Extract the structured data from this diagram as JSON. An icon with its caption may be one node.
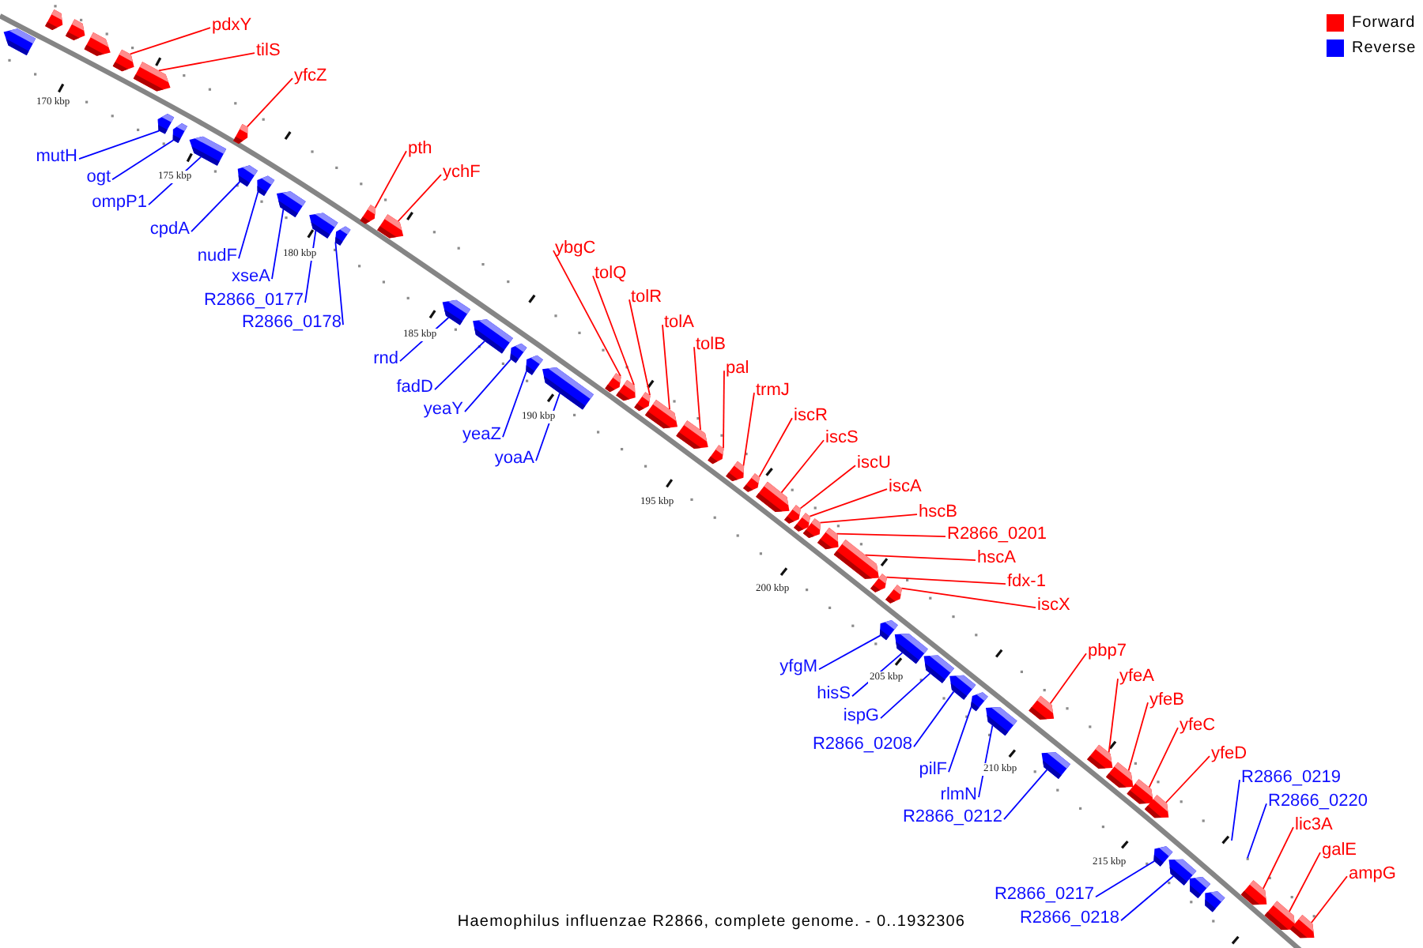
{
  "diagram": {
    "caption": "Haemophilus influenzae R2866, complete genome. - 0..1932306",
    "nodes": [
      {
        "text": [],
        "shape": "pentagon"
      },
      {
        "text": [],
        "shape": "pentagon"
      },
      {
        "text": [],
        "shape": "pentagon"
      },
      {
        "text": [],
        "shape": "pentagon"
      },
      {
        "text": [
          "pdxY"
        ]
      },
      {
        "text": [],
        "shape": "pentagon"
      },
      {
        "text": [
          "tilS"
        ]
      },
      {
        "text": [],
        "shape": "pentagon"
      },
      {
        "text": [
          "mutH"
        ]
      },
      {
        "text": [],
        "shape": "pentagon"
      },
      {
        "text": [
          "ogt"
        ]
      },
      {
        "text": [],
        "shape": "pentagon"
      },
      {
        "text": [
          "ompP1"
        ]
      },
      {
        "text": [],
        "shape": "pentagon"
      },
      {
        "text": [
          "yfcZ"
        ]
      },
      {
        "text": [],
        "shape": "pentagon"
      },
      {
        "text": [
          "cpdA"
        ]
      },
      {
        "text": [],
        "shape": "pentagon"
      },
      {
        "text": [
          "nudF"
        ]
      },
      {
        "text": [],
        "shape": "pentagon"
      },
      {
        "text": [
          "xseA"
        ]
      },
      {
        "text": [],
        "shape": "pentagon"
      },
      {
        "text": [
          "R2866_0177"
        ]
      },
      {
        "text": [],
        "shape": "pentagon"
      },
      {
        "text": [
          "R2866_0178"
        ]
      },
      {
        "text": [],
        "shape": "pentagon"
      },
      {
        "text": [
          "pth"
        ]
      },
      {
        "text": [],
        "shape": "pentagon"
      },
      {
        "text": [
          "ychF"
        ]
      },
      {
        "text": [],
        "shape": "pentagon"
      },
      {
        "text": [
          "rnd"
        ]
      },
      {
        "text": [],
        "shape": "pentagon"
      },
      {
        "text": [
          "fadD"
        ]
      },
      {
        "text": [],
        "shape": "pentagon"
      },
      {
        "text": [
          "yeaY"
        ]
      },
      {
        "text": [],
        "shape": "pentagon"
      },
      {
        "text": [
          "yeaZ"
        ]
      },
      {
        "text": [],
        "shape": "pentagon"
      },
      {
        "text": [
          "yoaA"
        ]
      },
      {
        "text": [],
        "shape": "pentagon"
      },
      {
        "text": [
          "ybgC"
        ]
      },
      {
        "text": [],
        "shape": "pentagon"
      },
      {
        "text": [
          "tolQ"
        ]
      },
      {
        "text": [],
        "shape": "pentagon"
      },
      {
        "text": [
          "tolR"
        ]
      },
      {
        "text": [],
        "shape": "pentagon"
      },
      {
        "text": [
          "tolA"
        ]
      },
      {
        "text": [],
        "shape": "pentagon"
      },
      {
        "text": [
          "tolB"
        ]
      },
      {
        "text": [],
        "shape": "pentagon"
      },
      {
        "text": [
          "pal"
        ]
      },
      {
        "text": [],
        "shape": "pentagon"
      },
      {
        "text": [
          "trmJ"
        ]
      },
      {
        "text": [],
        "shape": "pentagon"
      },
      {
        "text": [
          "iscR"
        ]
      },
      {
        "text": [],
        "shape": "pentagon"
      },
      {
        "text": [
          "iscS"
        ]
      },
      {
        "text": [],
        "shape": "pentagon"
      },
      {
        "text": [
          "iscU"
        ]
      },
      {
        "text": [],
        "shape": "pentagon"
      },
      {
        "text": [
          "iscA"
        ]
      },
      {
        "text": [],
        "shape": "pentagon"
      },
      {
        "text": [
          "hscB"
        ]
      },
      {
        "text": [],
        "shape": "pentagon"
      },
      {
        "text": [
          "R2866_0201"
        ]
      },
      {
        "text": [],
        "shape": "pentagon"
      },
      {
        "text": [
          "hscA"
        ]
      },
      {
        "text": [],
        "shape": "pentagon"
      },
      {
        "text": [
          "fdx-1"
        ]
      },
      {
        "text": [],
        "shape": "pentagon"
      },
      {
        "text": [
          "iscX"
        ]
      },
      {
        "text": [],
        "shape": "pentagon"
      },
      {
        "text": [
          "yfgM"
        ]
      },
      {
        "text": [],
        "shape": "pentagon"
      },
      {
        "text": [
          "hisS"
        ]
      },
      {
        "text": [],
        "shape": "pentagon"
      },
      {
        "text": [
          "ispG"
        ]
      },
      {
        "text": [],
        "shape": "pentagon"
      },
      {
        "text": [
          "R2866_0208"
        ]
      },
      {
        "text": [],
        "shape": "pentagon"
      },
      {
        "text": [
          "pilF"
        ]
      },
      {
        "text": [],
        "shape": "pentagon"
      },
      {
        "text": [
          "rlmN"
        ]
      },
      {
        "text": [],
        "shape": "pentagon"
      },
      {
        "text": [
          "R2866_0212"
        ]
      },
      {
        "text": [],
        "shape": "pentagon"
      },
      {
        "text": [
          "pbp7"
        ]
      },
      {
        "text": [],
        "shape": "pentagon"
      },
      {
        "text": [
          "yfeA"
        ]
      },
      {
        "text": [],
        "shape": "pentagon"
      },
      {
        "text": [
          "yfeB"
        ]
      },
      {
        "text": [],
        "shape": "pentagon"
      },
      {
        "text": [
          "yfeC"
        ]
      },
      {
        "text": [],
        "shape": "pentagon"
      },
      {
        "text": [
          "yfeD"
        ]
      },
      {
        "text": [],
        "shape": "pentagon"
      },
      {
        "text": [
          "R2866_0217"
        ]
      },
      {
        "text": [],
        "shape": "pentagon"
      },
      {
        "text": [
          "R2866_0218"
        ]
      },
      {
        "text": [],
        "shape": "pentagon"
      },
      {
        "text": [],
        "shape": "pentagon"
      },
      {
        "text": [],
        "shape": "pentagon"
      },
      {
        "text": [
          "R2866_0219"
        ]
      },
      {
        "text": [
          "R2866_0220"
        ]
      },
      {
        "text": [
          "lic3A"
        ]
      },
      {
        "text": [],
        "shape": "pentagon"
      },
      {
        "text": [
          "galE"
        ]
      },
      {
        "text": [],
        "shape": "pentagon"
      },
      {
        "text": [
          "ampG"
        ]
      },
      {
        "text": [],
        "shape": "pentagon"
      }
    ],
    "edges": [
      {
        "from": 4,
        "to": 5,
        "arrow": "none"
      },
      {
        "from": 6,
        "to": 7,
        "arrow": "none"
      },
      {
        "from": 8,
        "to": 9,
        "arrow": "none",
        "color": "#0000ff"
      },
      {
        "from": 10,
        "to": 11,
        "arrow": "none",
        "color": "#0000ff"
      },
      {
        "from": 12,
        "to": 13,
        "arrow": "none",
        "color": "#0000ff"
      },
      {
        "from": 14,
        "to": 15,
        "arrow": "none"
      },
      {
        "from": 16,
        "to": 17,
        "arrow": "none",
        "color": "#0000ff"
      },
      {
        "from": 18,
        "to": 19,
        "arrow": "none",
        "color": "#0000ff"
      },
      {
        "from": 20,
        "to": 21,
        "arrow": "none",
        "color": "#0000ff"
      },
      {
        "from": 22,
        "to": 23,
        "arrow": "none",
        "color": "#0000ff"
      },
      {
        "from": 24,
        "to": 25,
        "arrow": "none",
        "color": "#0000ff"
      },
      {
        "from": 26,
        "to": 27,
        "arrow": "none"
      },
      {
        "from": 28,
        "to": 29,
        "arrow": "none"
      },
      {
        "from": 30,
        "to": 31,
        "arrow": "none",
        "color": "#0000ff"
      },
      {
        "from": 32,
        "to": 33,
        "arrow": "none",
        "color": "#0000ff"
      },
      {
        "from": 34,
        "to": 35,
        "arrow": "none",
        "color": "#0000ff"
      },
      {
        "from": 36,
        "to": 37,
        "arrow": "none",
        "color": "#0000ff"
      },
      {
        "from": 38,
        "to": 39,
        "arrow": "none",
        "color": "#0000ff"
      },
      {
        "from": 40,
        "to": 41,
        "arrow": "none"
      },
      {
        "from": 42,
        "to": 43,
        "arrow": "none"
      },
      {
        "from": 44,
        "to": 45,
        "arrow": "none"
      },
      {
        "from": 46,
        "to": 47,
        "arrow": "none"
      },
      {
        "from": 48,
        "to": 49,
        "arrow": "none"
      },
      {
        "from": 50,
        "to": 51,
        "arrow": "none"
      },
      {
        "from": 52,
        "to": 53,
        "arrow": "none"
      },
      {
        "from": 54,
        "to": 55,
        "arrow": "none"
      },
      {
        "from": 56,
        "to": 57,
        "arrow": "none"
      },
      {
        "from": 58,
        "to": 59,
        "arrow": "none"
      },
      {
        "from": 60,
        "to": 61,
        "arrow": "none"
      },
      {
        "from": 62,
        "to": 63,
        "arrow": "none"
      },
      {
        "from": 64,
        "to": 65,
        "arrow": "none"
      },
      {
        "from": 66,
        "to": 67,
        "arrow": "none"
      },
      {
        "from": 68,
        "to": 69,
        "arrow": "none"
      },
      {
        "from": 70,
        "to": 71,
        "arrow": "none"
      },
      {
        "from": 72,
        "to": 73,
        "arrow": "none",
        "color": "#0000ff"
      },
      {
        "from": 74,
        "to": 75,
        "arrow": "none",
        "color": "#0000ff"
      },
      {
        "from": 76,
        "to": 77,
        "arrow": "none",
        "color": "#0000ff"
      },
      {
        "from": 78,
        "to": 79,
        "arrow": "none",
        "color": "#0000ff"
      },
      {
        "from": 80,
        "to": 81,
        "arrow": "none",
        "color": "#0000ff"
      },
      {
        "from": 82,
        "to": 83,
        "arrow": "none",
        "color": "#0000ff"
      },
      {
        "from": 84,
        "to": 85,
        "arrow": "none",
        "color": "#0000ff"
      },
      {
        "from": 86,
        "to": 87,
        "arrow": "none"
      },
      {
        "from": 88,
        "to": 89,
        "arrow": "none"
      },
      {
        "from": 90,
        "to": 91,
        "arrow": "none"
      },
      {
        "from": 92,
        "to": 93,
        "arrow": "none"
      },
      {
        "from": 94,
        "to": 95,
        "arrow": "none"
      },
      {
        "from": 96,
        "to": 97,
        "arrow": "none",
        "color": "#0000ff"
      },
      {
        "from": 98,
        "to": 99,
        "arrow": "none",
        "color": "#0000ff"
      },
      {
        "from": 102,
        "to": null,
        "arrow": "none",
        "color": "#0000ff"
      },
      {
        "from": 103,
        "to": null,
        "arrow": "none",
        "color": "#0000ff"
      },
      {
        "from": 104,
        "to": 105,
        "arrow": "none"
      },
      {
        "from": 106,
        "to": 107,
        "arrow": "none"
      },
      {
        "from": 108,
        "to": 109,
        "arrow": "none"
      }
    ],
    "labels": [
      "170 kbp",
      "175 kbp",
      "180 kbp",
      "185 kbp",
      "190 kbp",
      "195 kbp",
      "200 kbp",
      "205 kbp",
      "210 kbp",
      "215 kbp"
    ],
    "legend": [
      {
        "text": "Forward",
        "color": "#ff0000"
      },
      {
        "text": "Reverse",
        "color": "#0000ff"
      }
    ]
  }
}
